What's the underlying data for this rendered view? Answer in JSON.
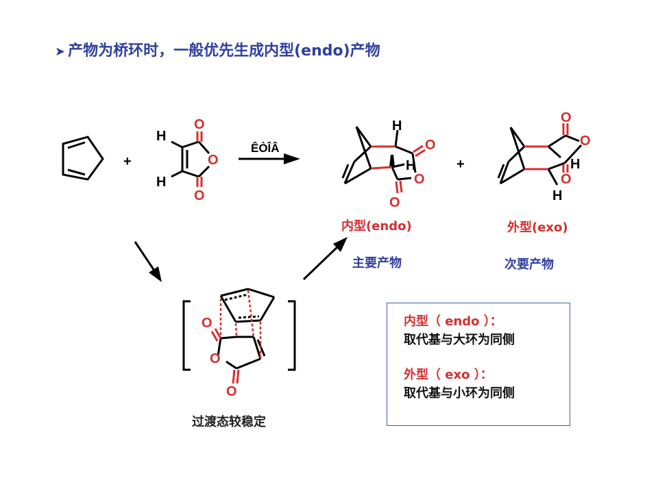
{
  "title": {
    "bullet": "➤",
    "text": "产物为桥环时，一般优先生成内型(endo)产物"
  },
  "scheme": {
    "plus_1": "+",
    "plus_2": "+",
    "condition": "ÊÒÎÂ",
    "atoms": {
      "H": "H",
      "O": "O"
    }
  },
  "products": {
    "endo_label": "内型(endo)",
    "endo_note": "主要产物",
    "exo_label": "外型(exo)",
    "exo_note": "次要产物"
  },
  "transition_state": {
    "label": "过渡态较稳定"
  },
  "infobox": {
    "endo_head": "内型（ endo ）：",
    "endo_desc": "取代基与大环为同侧",
    "exo_head": "外型（ exo ）：",
    "exo_desc": "取代基与小环为同侧"
  },
  "colors": {
    "title": "#2f3f9e",
    "accent": "#d32f2f",
    "bond": "#000000",
    "box_border": "#3f5f9f"
  }
}
